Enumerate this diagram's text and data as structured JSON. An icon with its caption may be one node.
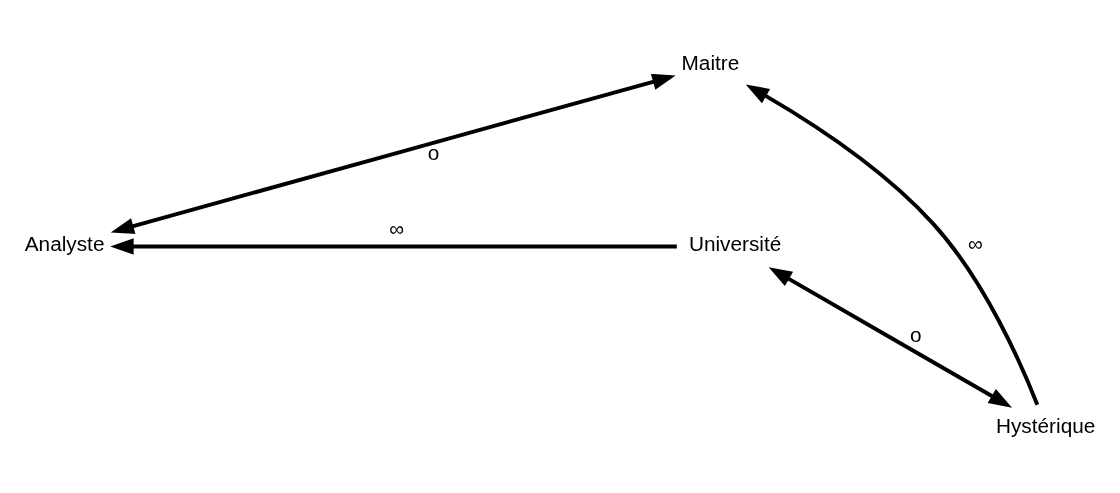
{
  "diagram": {
    "nodes": [
      {
        "text": [
          "Maitre"
        ]
      },
      {
        "text": [
          "Analyste"
        ]
      },
      {
        "text": [
          "Université"
        ]
      },
      {
        "text": [
          "Hystérique"
        ]
      }
    ],
    "edges": [
      {
        "from": 1,
        "to": 0,
        "arrow": "both",
        "label": "o"
      },
      {
        "from": 3,
        "to": 0,
        "arrow": "to",
        "label": "∞"
      },
      {
        "from": 2,
        "to": 1,
        "arrow": "to",
        "label": "∞"
      },
      {
        "from": 3,
        "to": 2,
        "arrow": "both",
        "label": "o"
      }
    ]
  }
}
